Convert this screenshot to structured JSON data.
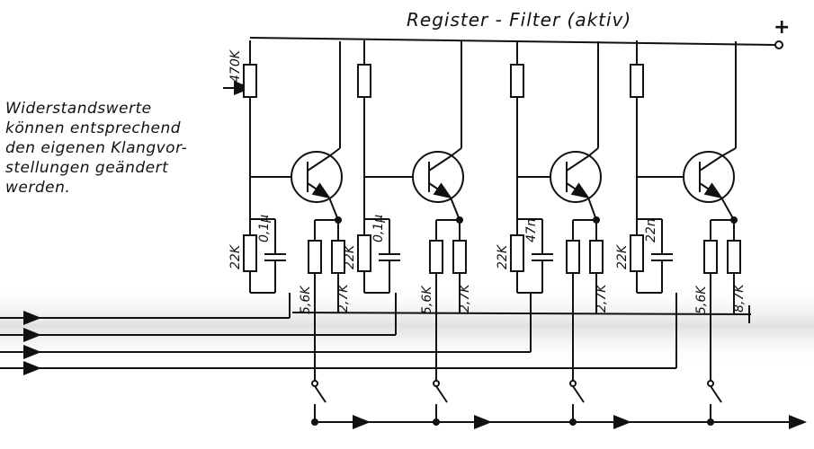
{
  "diagram": {
    "title": "Register - Filter (aktiv)",
    "supply_label": "+",
    "note_lines": [
      "Widerstandswerte",
      "können entsprechend",
      "den eigenen Klangvor-",
      "stellungen geändert",
      "werden."
    ],
    "trim_pot_label": "470K",
    "stages": [
      {
        "bias_res": "22K",
        "cap": "0,1µ",
        "res_a": "5,6K",
        "res_b": "2,7K"
      },
      {
        "bias_res": "22K",
        "cap": "0,1µ",
        "res_a": "5,6K",
        "res_b": "2,7K"
      },
      {
        "bias_res": "22K",
        "cap": "47n",
        "res_a": "",
        "res_b": "2,7K"
      },
      {
        "bias_res": "22K",
        "cap": "22n",
        "res_a": "5,6K",
        "res_b": "8,7K"
      }
    ]
  }
}
